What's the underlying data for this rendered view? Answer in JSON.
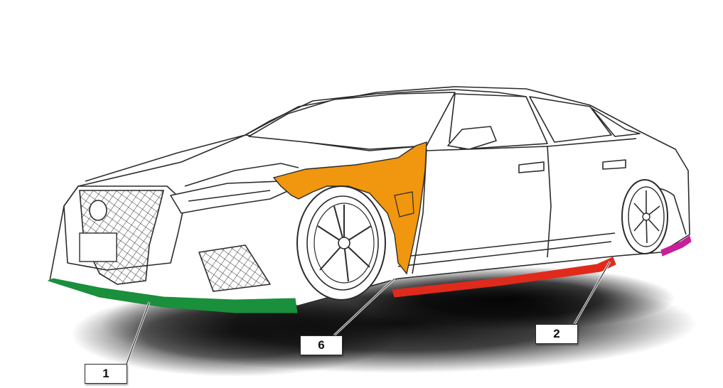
{
  "callouts": [
    {
      "label": "1",
      "part": "front-lip-spoiler",
      "color": "#1a8f3c"
    },
    {
      "label": "6",
      "part": "front-fender",
      "color": "#f0960f"
    },
    {
      "label": "2",
      "part": "side-skirt",
      "color": "#e02a1c"
    }
  ],
  "extra_part_color": "#c81f9a",
  "outline_color": "#2b2b2b"
}
